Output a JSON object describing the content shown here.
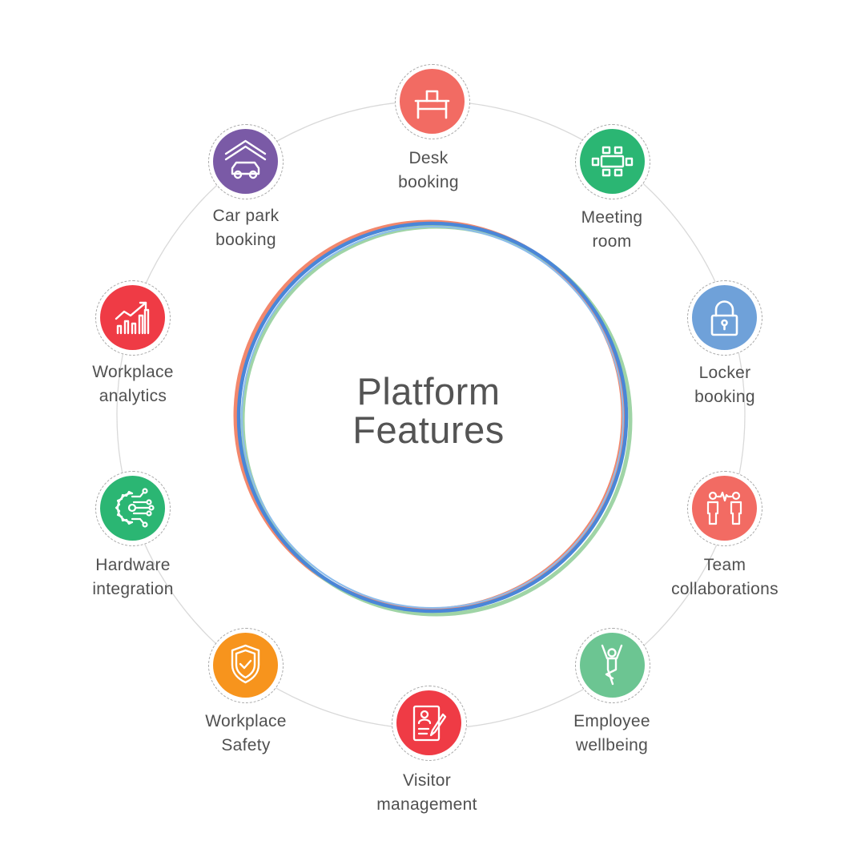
{
  "title": {
    "line1": "Platform",
    "line2": "Features"
  },
  "features": [
    {
      "line1": "Desk",
      "line2": "booking",
      "color": "#f26b63",
      "icon": "desk-icon"
    },
    {
      "line1": "Meeting",
      "line2": "room",
      "color": "#2bb673",
      "icon": "meeting-table-icon"
    },
    {
      "line1": "Locker",
      "line2": "booking",
      "color": "#6fa1d9",
      "icon": "lock-icon"
    },
    {
      "line1": "Team",
      "line2": "collaborations",
      "color": "#f26b63",
      "icon": "team-collaboration-icon"
    },
    {
      "line1": "Employee",
      "line2": "wellbeing",
      "color": "#6cc592",
      "icon": "yoga-pose-icon"
    },
    {
      "line1": "Visitor",
      "line2": "management",
      "color": "#ef3b45",
      "icon": "visitor-form-icon"
    },
    {
      "line1": "Workplace",
      "line2": "Safety",
      "color": "#f7941d",
      "icon": "shield-check-icon"
    },
    {
      "line1": "Hardware",
      "line2": "integration",
      "color": "#2bb673",
      "icon": "circuit-gear-icon"
    },
    {
      "line1": "Workplace",
      "line2": "analytics",
      "color": "#ef3b45",
      "icon": "growth-chart-icon"
    },
    {
      "line1": "Car park",
      "line2": "booking",
      "color": "#7a5aa6",
      "icon": "car-parking-icon"
    }
  ]
}
